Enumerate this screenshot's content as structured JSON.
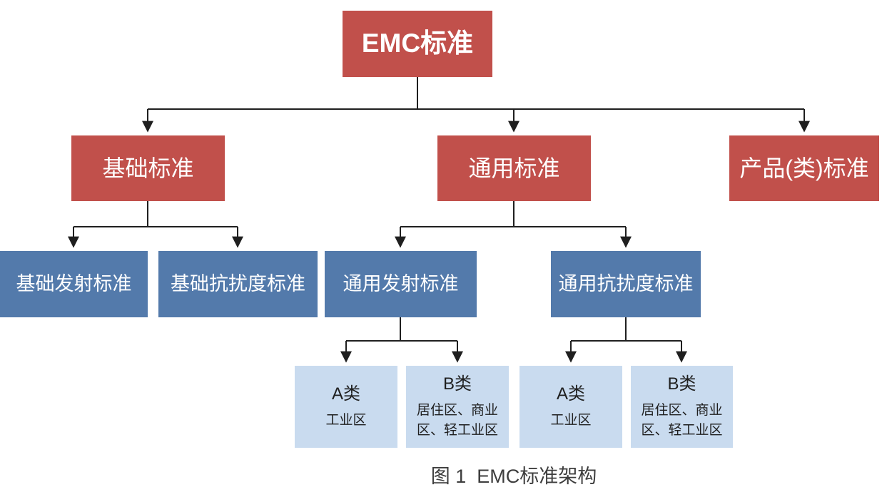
{
  "diagram": {
    "caption": "图 1  EMC标准架构",
    "colors": {
      "red": "#C1504B",
      "blue": "#537AAB",
      "light_blue": "#C9DBEF",
      "line": "#1f1f1f"
    },
    "nodes": {
      "root": {
        "label": "EMC标准"
      },
      "basic": {
        "label": "基础标准"
      },
      "generic": {
        "label": "通用标准"
      },
      "product": {
        "label": "产品(类)标准"
      },
      "basic_emission": {
        "label": "基础发射标准"
      },
      "basic_immunity": {
        "label": "基础抗扰度标准"
      },
      "generic_emission": {
        "label": "通用发射标准"
      },
      "generic_immunity": {
        "label": "通用抗扰度标准"
      },
      "ge_class_a": {
        "label": "A类",
        "sublabel": "工业区"
      },
      "ge_class_b": {
        "label": "B类",
        "sublabel": "居住区、商业区、轻工业区"
      },
      "gi_class_a": {
        "label": "A类",
        "sublabel": "工业区"
      },
      "gi_class_b": {
        "label": "B类",
        "sublabel": "居住区、商业区、轻工业区"
      }
    }
  }
}
